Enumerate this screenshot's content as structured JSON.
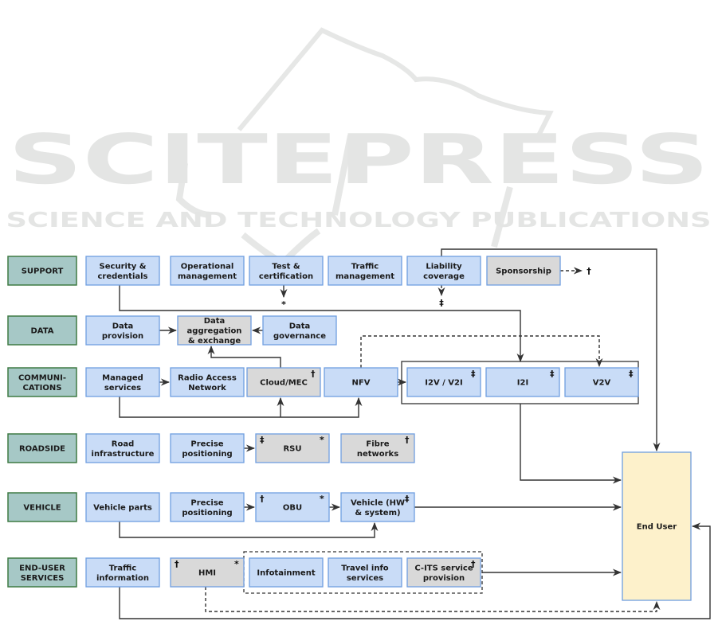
{
  "watermark": {
    "title": "SCITEPRESS",
    "subtitle": "SCIENCE AND TECHNOLOGY PUBLICATIONS"
  },
  "colors": {
    "category_fill": "#a6c8c6",
    "category_stroke": "#3f7a44",
    "blue_fill": "#c9dcf7",
    "blue_stroke": "#6f9ee0",
    "grey_fill": "#d9d9d9",
    "grey_stroke": "#6f9ee0",
    "enduser_fill": "#fdf1cb",
    "line": "#333333"
  },
  "categories": [
    {
      "id": "support",
      "label": "SUPPORT"
    },
    {
      "id": "data",
      "label": "DATA"
    },
    {
      "id": "comms",
      "label": "COMMUNI-\nCATIONS"
    },
    {
      "id": "roadside",
      "label": "ROADSIDE"
    },
    {
      "id": "vehicle",
      "label": "VEHICLE"
    },
    {
      "id": "enduser-services",
      "label": "END-USER\nSERVICES"
    }
  ],
  "nodes": [
    {
      "id": "security",
      "label": "Security &\ncredentials",
      "style": "blue",
      "marks": {}
    },
    {
      "id": "opmgmt",
      "label": "Operational\nmanagement",
      "style": "blue",
      "marks": {}
    },
    {
      "id": "testcert",
      "label": "Test &\ncertification",
      "style": "blue",
      "marks": {}
    },
    {
      "id": "trafficmgmt",
      "label": "Traffic\nmanagement",
      "style": "blue",
      "marks": {}
    },
    {
      "id": "liability",
      "label": "Liability\ncoverage",
      "style": "blue",
      "marks": {}
    },
    {
      "id": "sponsorship",
      "label": "Sponsorship",
      "style": "grey",
      "marks": {}
    },
    {
      "id": "dataprov",
      "label": "Data\nprovision",
      "style": "blue",
      "marks": {}
    },
    {
      "id": "dataagg",
      "label": "Data\naggregation\n& exchange",
      "style": "grey",
      "marks": {}
    },
    {
      "id": "datagov",
      "label": "Data\ngovernance",
      "style": "blue",
      "marks": {}
    },
    {
      "id": "managed",
      "label": "Managed\nservices",
      "style": "blue",
      "marks": {}
    },
    {
      "id": "ran",
      "label": "Radio Access\nNetwork",
      "style": "blue",
      "marks": {}
    },
    {
      "id": "cloud",
      "label": "Cloud/MEC",
      "style": "grey",
      "marks": {
        "tr": "†"
      }
    },
    {
      "id": "nfv",
      "label": "NFV",
      "style": "blue",
      "marks": {}
    },
    {
      "id": "i2v",
      "label": "I2V / V2I",
      "style": "blue",
      "marks": {
        "tr": "‡"
      }
    },
    {
      "id": "i2i",
      "label": "I2I",
      "style": "blue",
      "marks": {
        "tr": "‡"
      }
    },
    {
      "id": "v2v",
      "label": "V2V",
      "style": "blue",
      "marks": {
        "tr": "‡"
      }
    },
    {
      "id": "roadinfra",
      "label": "Road\ninfrastructure",
      "style": "blue",
      "marks": {}
    },
    {
      "id": "precpos1",
      "label": "Precise\npositioning",
      "style": "blue",
      "marks": {}
    },
    {
      "id": "rsu",
      "label": "RSU",
      "style": "grey",
      "marks": {
        "tl": "‡",
        "tr": "*"
      }
    },
    {
      "id": "fibre",
      "label": "Fibre\nnetworks",
      "style": "grey",
      "marks": {
        "tr": "†"
      }
    },
    {
      "id": "vehparts",
      "label": "Vehicle parts",
      "style": "blue",
      "marks": {}
    },
    {
      "id": "precpos2",
      "label": "Precise\npositioning",
      "style": "blue",
      "marks": {}
    },
    {
      "id": "obu",
      "label": "OBU",
      "style": "blue",
      "marks": {
        "tl": "†",
        "tr": "*"
      }
    },
    {
      "id": "vehicle",
      "label": "Vehicle (HW\n& system)",
      "style": "blue",
      "marks": {
        "tr": "‡"
      }
    },
    {
      "id": "trafficinfo",
      "label": "Traffic\ninformation",
      "style": "blue",
      "marks": {}
    },
    {
      "id": "hmi",
      "label": "HMI",
      "style": "grey",
      "marks": {
        "tl": "†",
        "tr": "*"
      }
    },
    {
      "id": "infotainment",
      "label": "Infotainment",
      "style": "blue",
      "marks": {}
    },
    {
      "id": "travelinfo",
      "label": "Travel info\nservices",
      "style": "blue",
      "marks": {}
    },
    {
      "id": "cits",
      "label": "C-ITS service\nprovision",
      "style": "grey",
      "marks": {
        "tr": "†"
      }
    },
    {
      "id": "enduser",
      "label": "End User",
      "style": "enduser",
      "marks": {}
    }
  ],
  "annotations": {
    "testcert_out": "*",
    "liability_out": "‡",
    "sponsorship_out": "†"
  }
}
